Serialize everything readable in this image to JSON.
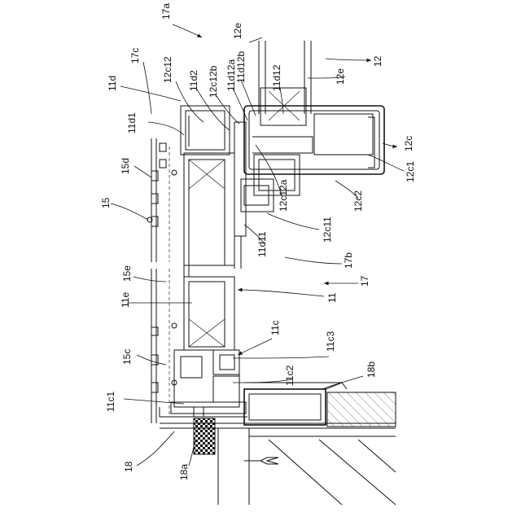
{
  "figure": {
    "labels": {
      "l17a": "17a",
      "l17c": "17c",
      "l11d": "11d",
      "l12c12": "12c12",
      "l11d2": "11d2",
      "l12c12b": "12c12b",
      "l11d12a": "11d12a",
      "l11d12b": "11d12b",
      "l12e_top": "12e",
      "l12": "12",
      "l12e_right": "12e",
      "l11d12": "11d12",
      "l11d1": "11d1",
      "l12c": "12c",
      "l12c1": "12c1",
      "l15d": "15d",
      "l12c12a": "12c12a",
      "l12c2": "12c2",
      "l15": "15",
      "l12c11": "12c11",
      "l11d11": "11d11",
      "l17b": "17b",
      "l15e": "15e",
      "l17": "17",
      "l11e": "11e",
      "l11": "11",
      "l11c": "11c",
      "l11c3": "11c3",
      "l15c": "15c",
      "l18b": "18b",
      "l11c2": "11c2",
      "l11c1": "11c1",
      "l18": "18",
      "l18a": "18a"
    }
  }
}
